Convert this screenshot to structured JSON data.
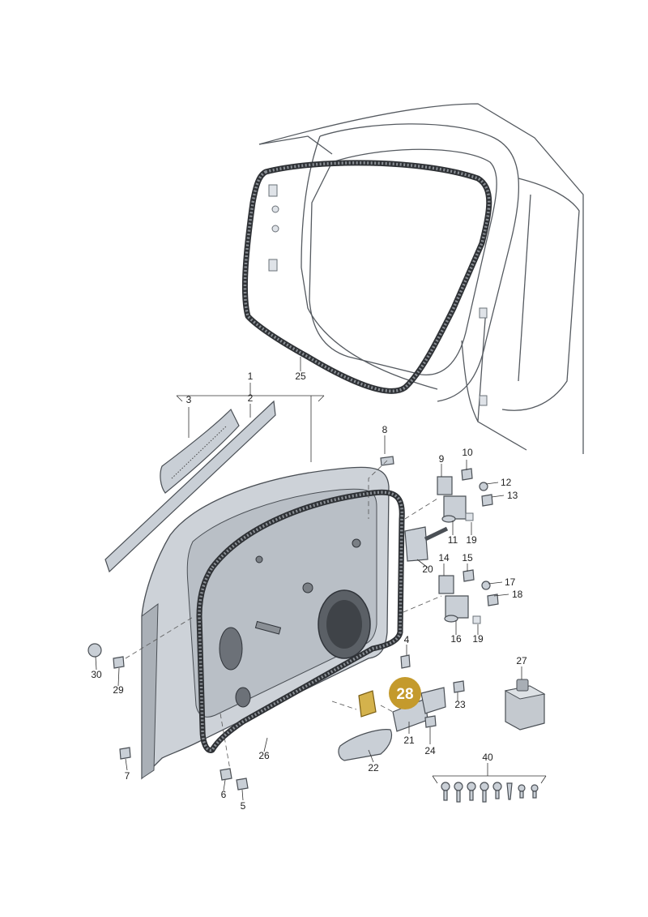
{
  "diagram": {
    "callouts": [
      {
        "id": "c1",
        "text": "1"
      },
      {
        "id": "c2",
        "text": "2"
      },
      {
        "id": "c3",
        "text": "3"
      },
      {
        "id": "c4",
        "text": "4"
      },
      {
        "id": "c5",
        "text": "5"
      },
      {
        "id": "c6",
        "text": "6"
      },
      {
        "id": "c7",
        "text": "7"
      },
      {
        "id": "c8",
        "text": "8"
      },
      {
        "id": "c9",
        "text": "9"
      },
      {
        "id": "c10",
        "text": "10"
      },
      {
        "id": "c11",
        "text": "11"
      },
      {
        "id": "c12",
        "text": "12"
      },
      {
        "id": "c13",
        "text": "13"
      },
      {
        "id": "c14",
        "text": "14"
      },
      {
        "id": "c15",
        "text": "15"
      },
      {
        "id": "c16",
        "text": "16"
      },
      {
        "id": "c17",
        "text": "17"
      },
      {
        "id": "c18",
        "text": "18"
      },
      {
        "id": "c19a",
        "text": "19"
      },
      {
        "id": "c19b",
        "text": "19"
      },
      {
        "id": "c20",
        "text": "20"
      },
      {
        "id": "c21",
        "text": "21"
      },
      {
        "id": "c22",
        "text": "22"
      },
      {
        "id": "c23",
        "text": "23"
      },
      {
        "id": "c24",
        "text": "24"
      },
      {
        "id": "c25",
        "text": "25"
      },
      {
        "id": "c26",
        "text": "26"
      },
      {
        "id": "c27",
        "text": "27"
      },
      {
        "id": "c29",
        "text": "29"
      },
      {
        "id": "c30",
        "text": "30"
      },
      {
        "id": "c40",
        "text": "40"
      }
    ],
    "highlight": {
      "text": "28",
      "color": "#c49a2c"
    },
    "colors": {
      "part_fill": "#c9cfd6",
      "seal": "#2f3236",
      "body_line": "#555a60"
    }
  }
}
